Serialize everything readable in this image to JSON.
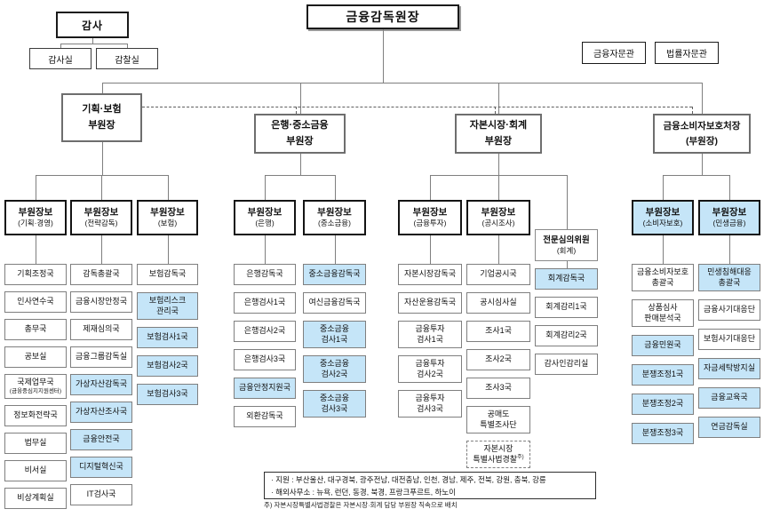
{
  "governor": {
    "label": "금융감독원장"
  },
  "auditor": {
    "label": "감사",
    "children": [
      {
        "label": "감사실"
      },
      {
        "label": "감찰실"
      }
    ]
  },
  "advisors": [
    {
      "label": "금융자문관"
    },
    {
      "label": "법률자문관"
    }
  ],
  "deputy_governors": [
    {
      "id": "planning-insurance",
      "label": "기획·보험\n부원장"
    },
    {
      "id": "banking-sme",
      "label": "은행·중소금융\n부원장"
    },
    {
      "id": "capital-accounting",
      "label": "자본시장·회계\n부원장"
    },
    {
      "id": "consumer-protection",
      "label": "금융소비자보호처장\n(부원장)"
    }
  ],
  "columns": [
    {
      "id": "col-planning-mgmt",
      "head": {
        "title": "부원장보",
        "sub": "(기획·경영)",
        "fill": "white"
      },
      "items": [
        {
          "text": "기획조정국",
          "fill": "white"
        },
        {
          "text": "인사연수국",
          "fill": "white"
        },
        {
          "text": "총무국",
          "fill": "white"
        },
        {
          "text": "공보실",
          "fill": "white"
        },
        {
          "text": "국제업무국",
          "sub": "(금융중심지지원센터)",
          "fill": "white"
        },
        {
          "text": "정보화전략국",
          "fill": "white"
        },
        {
          "text": "법무실",
          "fill": "white"
        },
        {
          "text": "비서실",
          "fill": "white"
        },
        {
          "text": "비상계획실",
          "fill": "white"
        }
      ]
    },
    {
      "id": "col-strategy",
      "head": {
        "title": "부원장보",
        "sub": "(전략감독)",
        "fill": "white"
      },
      "items": [
        {
          "text": "감독총괄국",
          "fill": "white"
        },
        {
          "text": "금융시장안정국",
          "fill": "white"
        },
        {
          "text": "제재심의국",
          "fill": "white"
        },
        {
          "text": "금융그룹감독실",
          "fill": "white"
        },
        {
          "text": "가상자산감독국",
          "fill": "blue"
        },
        {
          "text": "가상자산조사국",
          "fill": "blue"
        },
        {
          "text": "금융안전국",
          "fill": "blue"
        },
        {
          "text": "디지털혁신국",
          "fill": "blue"
        },
        {
          "text": "IT검사국",
          "fill": "white"
        }
      ]
    },
    {
      "id": "col-insurance",
      "head": {
        "title": "부원장보",
        "sub": "(보험)",
        "fill": "white"
      },
      "items": [
        {
          "text": "보험감독국",
          "fill": "white"
        },
        {
          "text": "보험리스크\n관리국",
          "fill": "blue"
        },
        {
          "text": "보험검사1국",
          "fill": "blue"
        },
        {
          "text": "보험검사2국",
          "fill": "blue"
        },
        {
          "text": "보험검사3국",
          "fill": "blue"
        }
      ]
    },
    {
      "id": "col-banking",
      "head": {
        "title": "부원장보",
        "sub": "(은행)",
        "fill": "white"
      },
      "items": [
        {
          "text": "은행감독국",
          "fill": "white"
        },
        {
          "text": "은행검사1국",
          "fill": "white"
        },
        {
          "text": "은행검사2국",
          "fill": "white"
        },
        {
          "text": "은행검사3국",
          "fill": "white"
        },
        {
          "text": "금융안정지원국",
          "fill": "blue"
        },
        {
          "text": "외환감독국",
          "fill": "white"
        }
      ]
    },
    {
      "id": "col-sme",
      "head": {
        "title": "부원장보",
        "sub": "(중소금융)",
        "fill": "white"
      },
      "items": [
        {
          "text": "중소금융감독국",
          "fill": "blue"
        },
        {
          "text": "여신금융감독국",
          "fill": "white"
        },
        {
          "text": "중소금융\n검사1국",
          "fill": "blue"
        },
        {
          "text": "중소금융\n검사2국",
          "fill": "blue"
        },
        {
          "text": "중소금융\n검사3국",
          "fill": "blue"
        }
      ]
    },
    {
      "id": "col-invest",
      "head": {
        "title": "부원장보",
        "sub": "(금융투자)",
        "fill": "white"
      },
      "items": [
        {
          "text": "자본시장감독국",
          "fill": "white"
        },
        {
          "text": "자산운용감독국",
          "fill": "white"
        },
        {
          "text": "금융투자\n검사1국",
          "fill": "white"
        },
        {
          "text": "금융투자\n검사2국",
          "fill": "white"
        },
        {
          "text": "금융투자\n검사3국",
          "fill": "white"
        }
      ]
    },
    {
      "id": "col-disclosure",
      "head": {
        "title": "부원장보",
        "sub": "(공시조사)",
        "fill": "white"
      },
      "items": [
        {
          "text": "기업공시국",
          "fill": "white"
        },
        {
          "text": "공시심사실",
          "fill": "white"
        },
        {
          "text": "조사1국",
          "fill": "white"
        },
        {
          "text": "조사2국",
          "fill": "white"
        },
        {
          "text": "조사3국",
          "fill": "white"
        },
        {
          "text": "공매도\n특별조사단",
          "fill": "white"
        },
        {
          "text": "자본시장\n특별사법경찰",
          "sup": "주)",
          "fill": "white",
          "dashed": true
        }
      ]
    },
    {
      "id": "col-accounting",
      "head": {
        "title": "전문심의위원",
        "sub": "(회계)",
        "fill": "white",
        "style": "examiner"
      },
      "items": [
        {
          "text": "회계감독국",
          "fill": "blue"
        },
        {
          "text": "회계감리1국",
          "fill": "white"
        },
        {
          "text": "회계감리2국",
          "fill": "white"
        },
        {
          "text": "감사인감리실",
          "fill": "white"
        }
      ]
    },
    {
      "id": "col-consumer",
      "head": {
        "title": "부원장보",
        "sub": "(소비자보호)",
        "fill": "blue"
      },
      "items": [
        {
          "text": "금융소비자보호\n총괄국",
          "fill": "white"
        },
        {
          "text": "상품심사\n판매분석국",
          "fill": "white"
        },
        {
          "text": "금융민원국",
          "fill": "blue"
        },
        {
          "text": "분쟁조정1국",
          "fill": "blue"
        },
        {
          "text": "분쟁조정2국",
          "fill": "blue"
        },
        {
          "text": "분쟁조정3국",
          "fill": "blue"
        }
      ]
    },
    {
      "id": "col-livelihood",
      "head": {
        "title": "부원장보",
        "sub": "(민생금융)",
        "fill": "blue"
      },
      "items": [
        {
          "text": "민생침해대응\n총괄국",
          "fill": "blue"
        },
        {
          "text": "금융사기대응단",
          "fill": "white"
        },
        {
          "text": "보험사기대응단",
          "fill": "white"
        },
        {
          "text": "자금세탁방지실",
          "fill": "blue"
        },
        {
          "text": "금융교육국",
          "fill": "blue"
        },
        {
          "text": "연금감독실",
          "fill": "blue"
        }
      ]
    }
  ],
  "notes": {
    "box_lines": [
      "· 지원 : 부산울산, 대구경북, 광주전남, 대전충남, 인천, 경남, 제주, 전북, 강원, 충북, 강릉",
      "· 해외사무소 :  뉴욕, 런던, 동경, 북경, 프랑크푸르트, 하노이"
    ],
    "footnote": "주) 자본시장특별사법경찰은  자본시장·회계 담당 부원장 직속으로 배치"
  },
  "colors": {
    "highlight": "#C5E5F8",
    "line": "#7f7f7f"
  }
}
